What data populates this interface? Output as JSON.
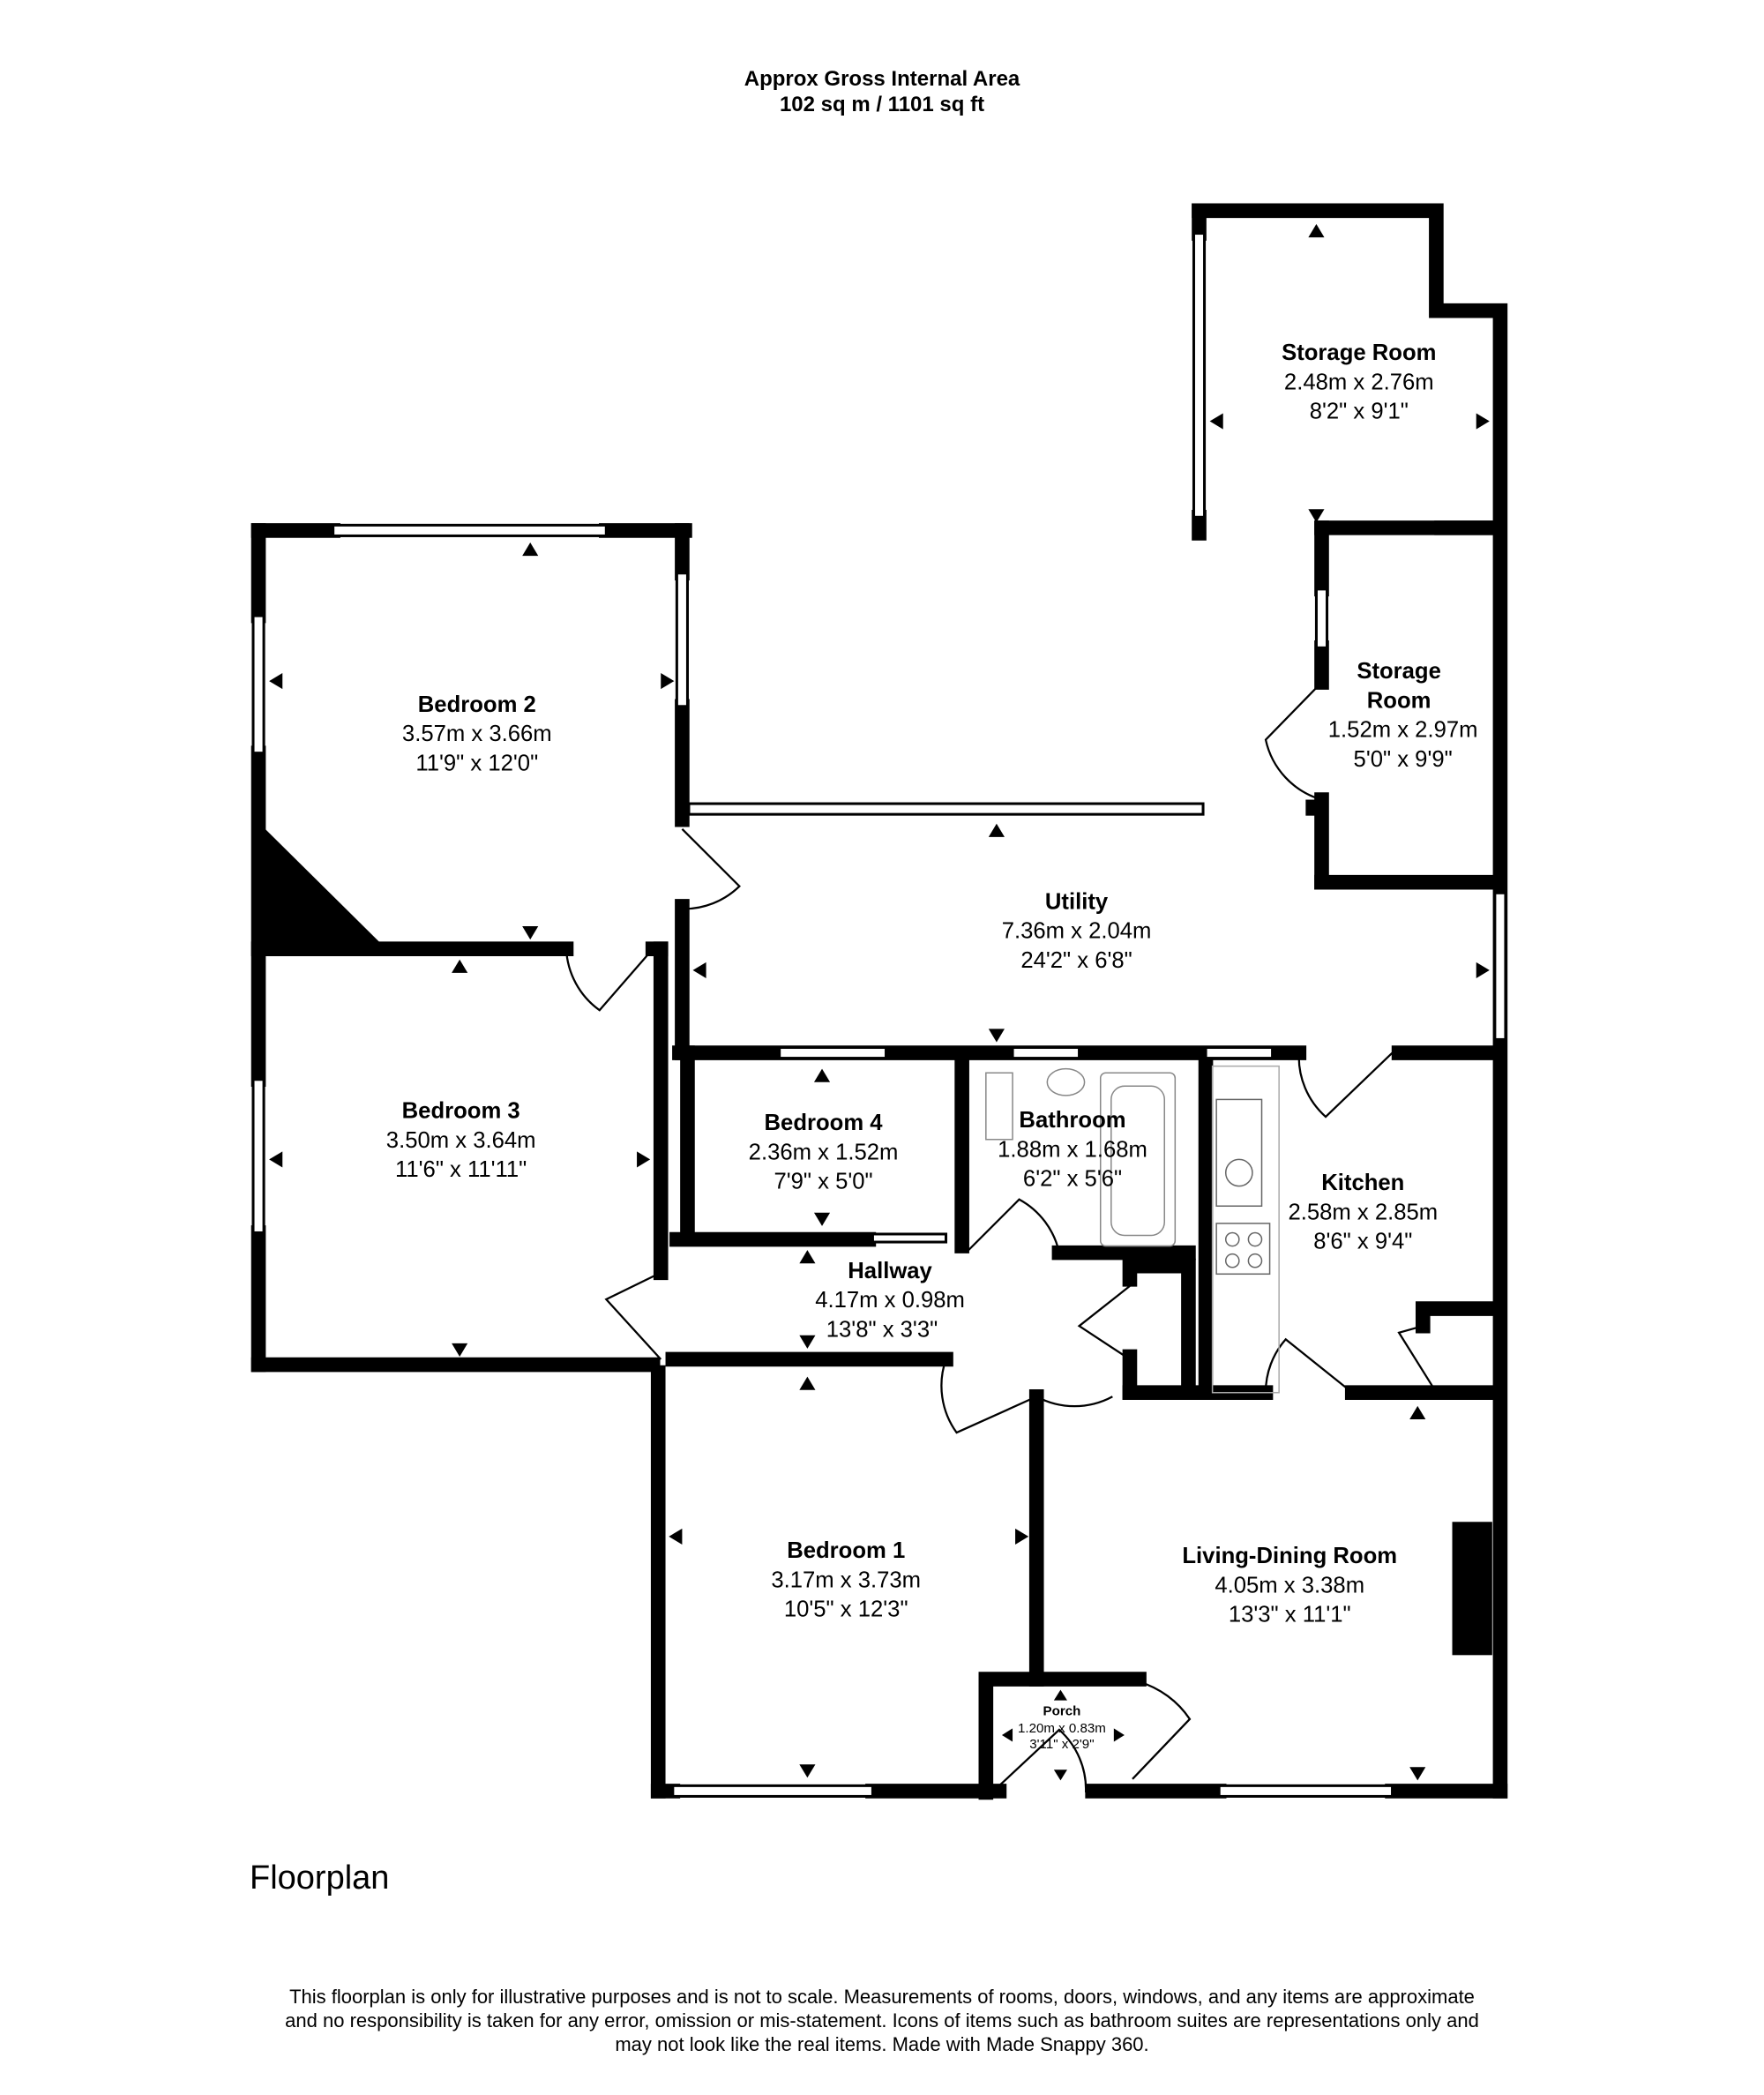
{
  "header": {
    "line1": "Approx Gross Internal Area",
    "line2": "102 sq m / 1101 sq ft"
  },
  "floor_label": "Floorplan",
  "rooms": {
    "storage1": {
      "name": "Storage Room",
      "metric": "2.48m x 2.76m",
      "imperial": "8'2\" x 9'1\""
    },
    "storage2": {
      "name_line1": "Storage",
      "name_line2": "Room",
      "metric": "1.52m x 2.97m",
      "imperial": "5'0\" x 9'9\""
    },
    "bedroom2": {
      "name": "Bedroom 2",
      "metric": "3.57m x 3.66m",
      "imperial": "11'9\" x 12'0\""
    },
    "utility": {
      "name": "Utility",
      "metric": "7.36m x 2.04m",
      "imperial": "24'2\" x 6'8\""
    },
    "bedroom3": {
      "name": "Bedroom 3",
      "metric": "3.50m x 3.64m",
      "imperial": "11'6\" x 11'11\""
    },
    "bedroom4": {
      "name": "Bedroom 4",
      "metric": "2.36m x 1.52m",
      "imperial": "7'9\" x 5'0\""
    },
    "bathroom": {
      "name": "Bathroom",
      "metric": "1.88m x 1.68m",
      "imperial": "6'2\" x 5'6\""
    },
    "kitchen": {
      "name": "Kitchen",
      "metric": "2.58m x 2.85m",
      "imperial": "8'6\" x 9'4\""
    },
    "hallway": {
      "name": "Hallway",
      "metric": "4.17m x 0.98m",
      "imperial": "13'8\" x 3'3\""
    },
    "bedroom1": {
      "name": "Bedroom 1",
      "metric": "3.17m x 3.73m",
      "imperial": "10'5\" x 12'3\""
    },
    "living": {
      "name": "Living-Dining Room",
      "metric": "4.05m x 3.38m",
      "imperial": "13'3\" x 11'1\""
    },
    "porch": {
      "name": "Porch",
      "metric": "1.20m x 0.83m",
      "imperial": "3'11\" x 2'9\""
    }
  },
  "disclaimer": {
    "line1": "This floorplan is only for illustrative purposes and is not to scale. Measurements of rooms, doors, windows, and any items are approximate",
    "line2": "and no responsibility is taken for any error, omission or mis-statement. Icons of items such as bathroom suites are representations only and",
    "line3": "may not look like the real items. Made with Made Snappy 360."
  },
  "colors": {
    "wall": "#000000",
    "background": "#ffffff"
  }
}
